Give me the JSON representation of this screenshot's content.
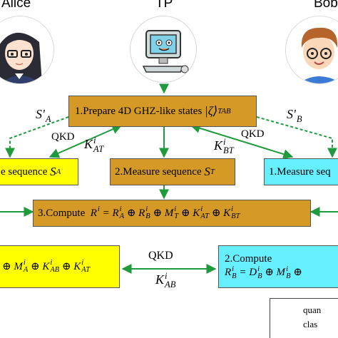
{
  "parties": {
    "alice": "Alice",
    "tp": "TP",
    "bob": "Bob"
  },
  "boxes": {
    "prepare": "1.Prepare 4D GHZ-like states",
    "prepare_state": "|ζ⟩",
    "prepare_state_sub": "TAB",
    "alice_measure": "e sequence",
    "alice_measure_var": "S",
    "alice_measure_sub": "A",
    "tp_measure": "2.Measure sequence",
    "tp_measure_var": "S",
    "tp_measure_sub": "T",
    "bob_measure": "1.Measure seq",
    "compute3_label": "3.Compute",
    "compute3_formula": "R^i = R_A^i ⊕ R_B^i ⊕ M_T^i ⊕ K_AT^i ⊕ K_BT^i",
    "alice_compute_formula": "⊕ M_A^i ⊕ K_AB^i ⊕ K_AT^i",
    "bob_compute_label": "2.Compute",
    "bob_compute_formula": "R_B^i = D_B^i ⊕ M_B^i ⊕"
  },
  "edge_labels": {
    "s_a": "S'_A",
    "s_b": "S'_B",
    "qkd_left": "QKD",
    "k_at": "K_AT^i",
    "qkd_right": "QKD",
    "k_bt": "K_BT^i",
    "qkd_bottom": "QKD",
    "k_ab": "K_AB^i"
  },
  "legend": {
    "quantum": "quan",
    "classical": "clas"
  },
  "colors": {
    "orange": "#d59a26",
    "yellow": "#ffff00",
    "cyan": "#66f0ff",
    "arrow_green": "#1f9a3c"
  }
}
